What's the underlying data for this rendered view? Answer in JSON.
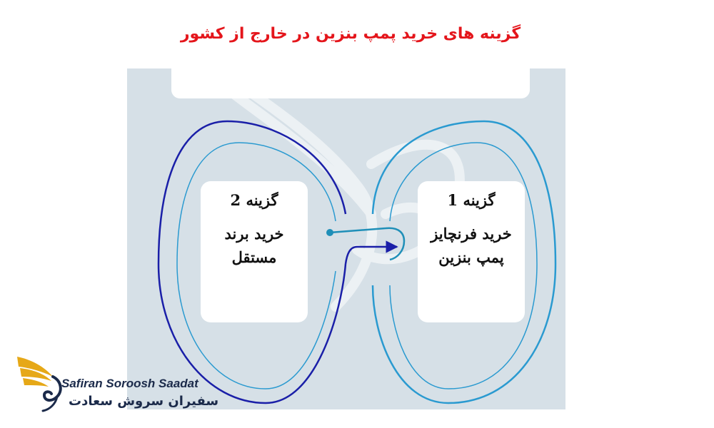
{
  "title": "گزینه های خرید پمپ بنزین در خارج از کشور",
  "options": [
    {
      "label": "گزینه 2",
      "description": "خرید برند مستقل"
    },
    {
      "label": "گزینه 1",
      "description": "خرید فرنچایز پمپ بنزین"
    }
  ],
  "logo": {
    "latin": "Safiran Soroosh Saadat",
    "farsi": "سفیران سروش سعادت"
  },
  "colors": {
    "title": "#e4151b",
    "panel": "#d6e0e7",
    "left_loop": "#1a1fa8",
    "right_loop": "#2a9ad0",
    "logo_gold": "#e6a817",
    "logo_navy": "#1b2a4a"
  }
}
